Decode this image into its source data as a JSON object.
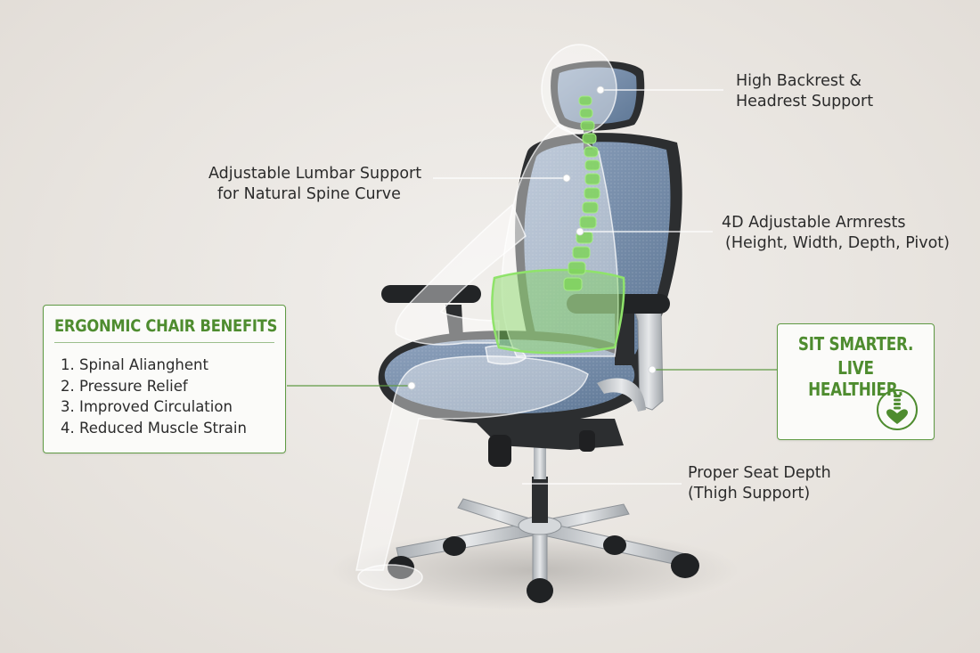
{
  "callouts": {
    "headrest": {
      "line1": "High Backrest &",
      "line2": "Headrest Support"
    },
    "lumbar": {
      "line1": "Adjustable Lumbar Support",
      "line2": "for Natural Spine Curve"
    },
    "armrests": {
      "line1": "4D Adjustable Armrests",
      "line2": "(Height, Width, Depth, Pivot)"
    },
    "seat_depth": {
      "line1": "Proper Seat Depth",
      "line2": "(Thigh Support)"
    }
  },
  "benefits": {
    "title": "ERGONMIC CHAIR BENEFITS",
    "items": [
      "1. Spinal Alianghent",
      "2. Pressure Relief",
      "3. Improved Circulation",
      "4. Reduced Muscle Strain"
    ]
  },
  "slogan": {
    "line1": "SIT SMARTER.",
    "line2": "LIVE HEALTHIER.",
    "icon": "spine-heart-icon"
  },
  "colors": {
    "accent_green": "#4e8c2f",
    "spine_green": "#7fd45a",
    "mesh_blue": "#6d87a8",
    "frame_dark": "#2f3133",
    "aluminum": "#c5c9cc",
    "background": "#ebe7e2"
  }
}
